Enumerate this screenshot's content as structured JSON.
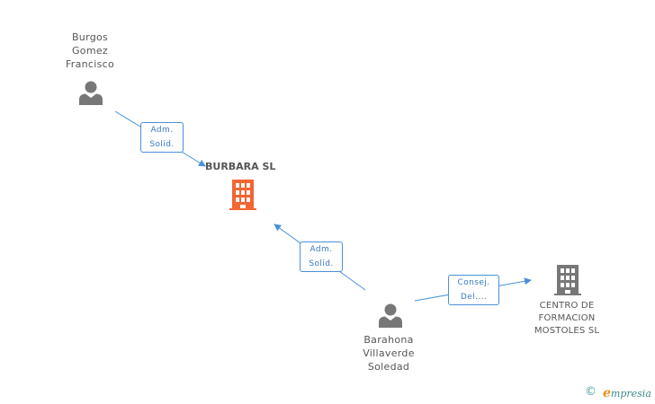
{
  "people": [
    {
      "id": "burgos",
      "name_lines": [
        "Burgos",
        "Gomez",
        "Francisco"
      ]
    },
    {
      "id": "barahona",
      "name_lines": [
        "Barahona",
        "Villaverde",
        "Soledad"
      ]
    }
  ],
  "companies": [
    {
      "id": "burbara",
      "title": "BURBARA SL",
      "color": "#f26633"
    },
    {
      "id": "centro",
      "name_lines": [
        "CENTRO DE",
        "FORMACION",
        "MOSTOLES SL"
      ],
      "color": "#777777"
    }
  ],
  "edges": [
    {
      "id": "edge-burgos-burbara",
      "label_lines": [
        "Adm.",
        "Solid."
      ]
    },
    {
      "id": "edge-barahona-burbara",
      "label_lines": [
        "Adm.",
        "Solid."
      ]
    },
    {
      "id": "edge-barahona-centro",
      "label_lines": [
        "Consej.",
        "Del...."
      ]
    }
  ],
  "colors": {
    "edge": "#4a90d9",
    "person": "#777777"
  },
  "footer": {
    "copyright_symbol": "©",
    "brand_first": "e",
    "brand_rest": "mpresia"
  }
}
